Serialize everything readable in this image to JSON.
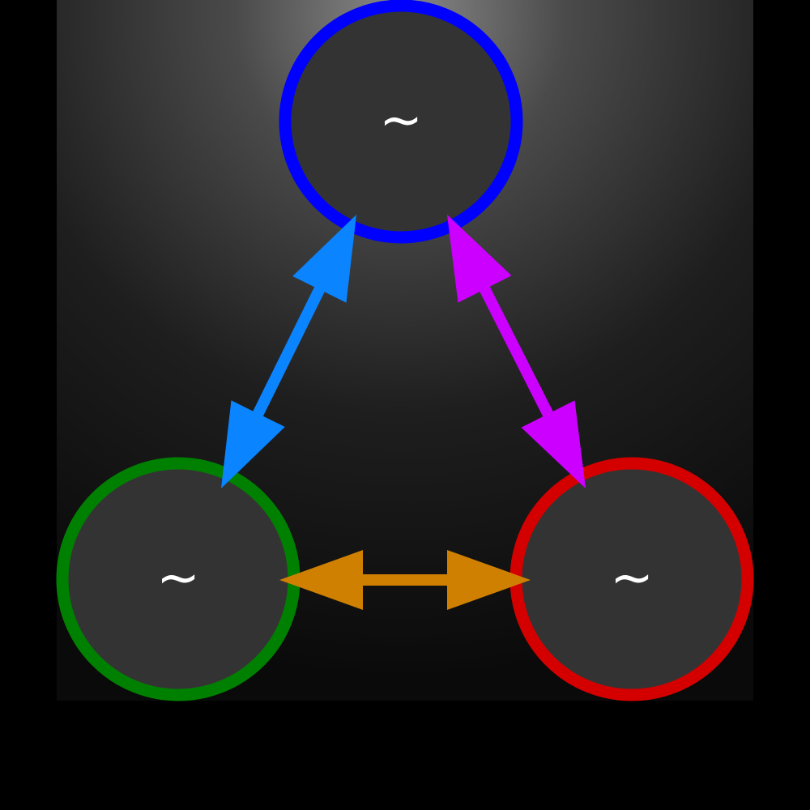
{
  "nodes": [
    {
      "id": "top",
      "label": "~",
      "color": "#0000ff"
    },
    {
      "id": "left",
      "label": "~",
      "color": "#008000"
    },
    {
      "id": "right",
      "label": "~",
      "color": "#d40000"
    }
  ],
  "edges": [
    {
      "from": "top",
      "to": "left",
      "color": "#0a84ff",
      "direction": "both"
    },
    {
      "from": "top",
      "to": "right",
      "color": "#cc00ff",
      "direction": "both"
    },
    {
      "from": "left",
      "to": "right",
      "color": "#d08000",
      "direction": "both"
    }
  ],
  "colors": {
    "node_fill": "#333333",
    "background": "#000000"
  }
}
